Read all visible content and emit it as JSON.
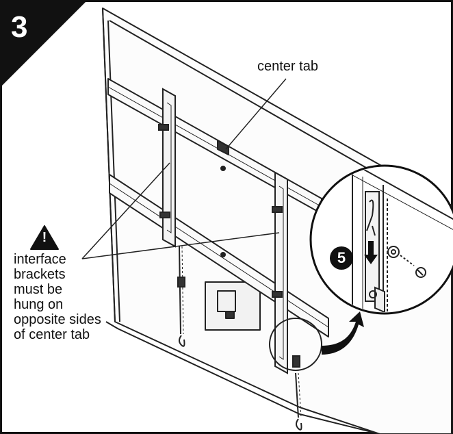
{
  "step": {
    "number": "3"
  },
  "callouts": {
    "center_tab": "center tab",
    "warning": "interface\nbrackets\nmust be\nhung on\nopposite sides\nof center tab"
  },
  "detail": {
    "substep": "5"
  },
  "warning_glyph": "!",
  "icons": [
    "warning-triangle-icon",
    "down-arrow-icon",
    "rotate-arrow-icon"
  ],
  "colors": {
    "line": "#111111",
    "background": "#ffffff"
  }
}
